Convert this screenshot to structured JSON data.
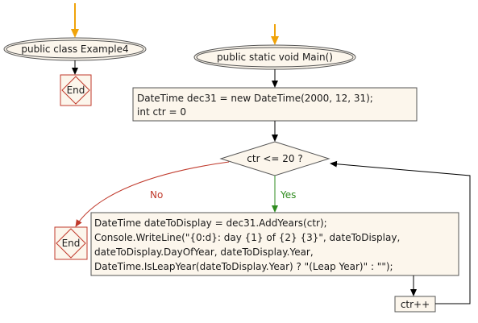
{
  "left_flow": {
    "start_label": "public class Example4",
    "end_label": "End"
  },
  "main_flow": {
    "start_label": "public static void Main()",
    "init_lines": [
      "DateTime dec31 = new DateTime(2000, 12, 31);",
      "int ctr = 0"
    ],
    "decision_label": "ctr <= 20 ?",
    "yes_label": "Yes",
    "no_label": "No",
    "end_label": "End",
    "body_lines": [
      "DateTime dateToDisplay = dec31.AddYears(ctr);",
      "Console.WriteLine(\"{0:d}: day {1} of {2} {3}\", dateToDisplay,",
      "dateToDisplay.DayOfYear, dateToDisplay.Year,",
      "DateTime.IsLeapYear(dateToDisplay.Year) ? \"(Leap Year)\" : \"\");"
    ],
    "increment_label": "ctr++"
  },
  "colors": {
    "entry_arrow": "#f0a30a",
    "flow_arrow": "#000000",
    "yes_arrow": "#2e8b1e",
    "no_arrow": "#c0392b",
    "box_fill": "#fcf6ec",
    "box_stroke": "#555555",
    "end_stroke": "#c0392b"
  }
}
